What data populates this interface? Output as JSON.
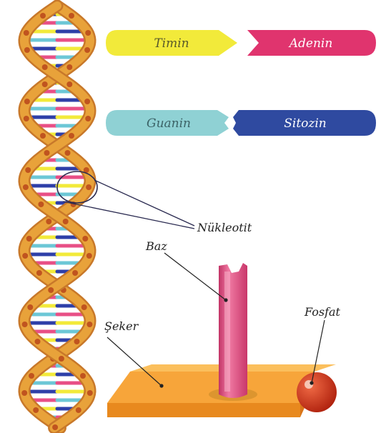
{
  "base_pairs": [
    {
      "left": "Timin",
      "right": "Adenin",
      "left_color": "#f2ea3a",
      "right_color": "#e0346e"
    },
    {
      "left": "Guanin",
      "right": "Sitozin",
      "left_color": "#8fd1d4",
      "right_color": "#2f4aa0"
    }
  ],
  "labels": {
    "nucleotide": "Nükleotit",
    "base": "Baz",
    "sugar": "Şeker",
    "phosphate": "Fosfat"
  },
  "colors": {
    "backbone": "#e8a23a",
    "backbone_dark": "#c8782a",
    "rung_palette": [
      "#2e3fa8",
      "#e84f86",
      "#f2ea3a",
      "#6cc7d6"
    ],
    "sugar": "#f7a53a",
    "base_column": "#e8588b",
    "phosphate": "#d8331e"
  }
}
